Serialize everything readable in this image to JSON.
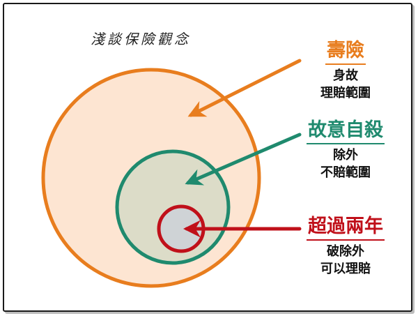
{
  "title": "淺談保險觀念",
  "colors": {
    "orange": "#e87d1e",
    "orange_fill": "#fde5d2",
    "green": "#1f8a6e",
    "green_fill": "#dcdcc8",
    "red": "#c0101a",
    "red_fill": "#cfd3d6"
  },
  "labels": {
    "life": {
      "heading": "壽險",
      "line1": "身故",
      "line2": "理賠範圍"
    },
    "suicide": {
      "heading": "故意自殺",
      "line1": "除外",
      "line2": "不賠範圍"
    },
    "two_years": {
      "heading": "超過兩年",
      "line1": "破除外",
      "line2": "可以理賠"
    }
  }
}
